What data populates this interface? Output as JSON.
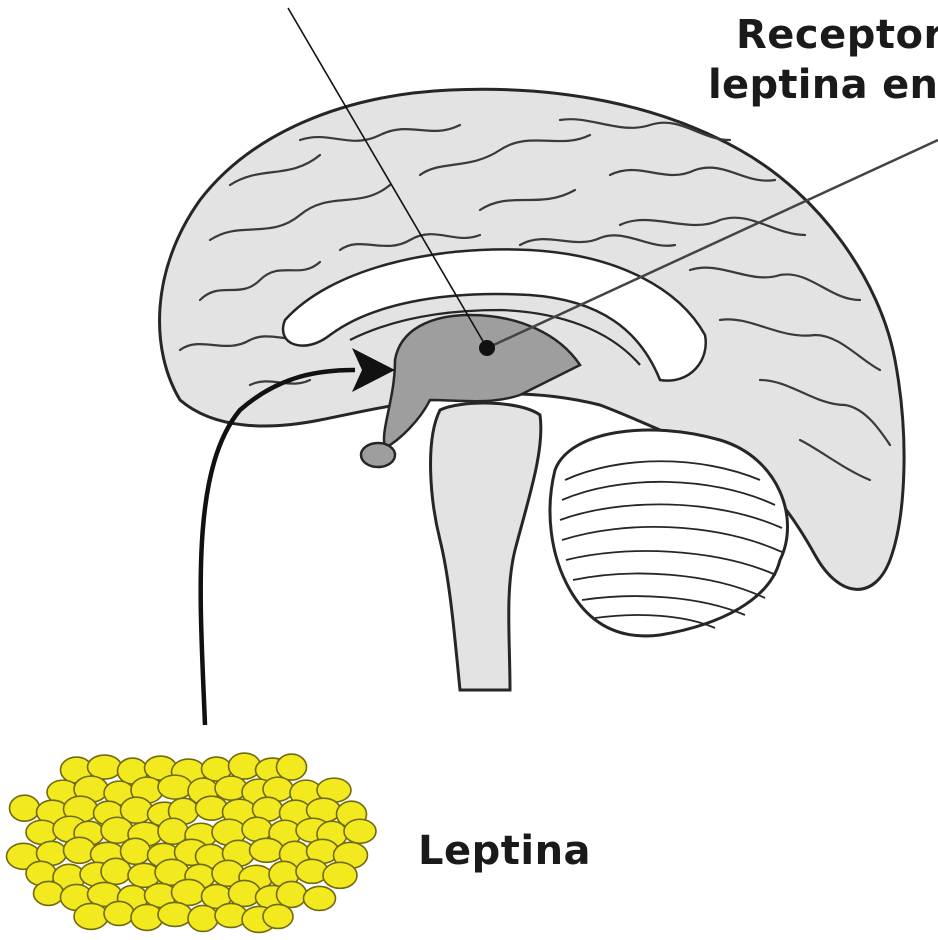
{
  "labels": {
    "receptor_line1": "Receptor",
    "receptor_line2": "leptina en",
    "leptina": "Leptina"
  },
  "colors": {
    "brain_fill": "#e3e3e3",
    "brain_outline": "#262626",
    "hypothalamus_fill": "#9e9e9e",
    "fat_cell_fill": "#f2ea1f",
    "fat_cell_outline": "#6f6a10"
  },
  "icons": [
    "brain-diagram",
    "fat-tissue-cells",
    "curved-arrow"
  ]
}
